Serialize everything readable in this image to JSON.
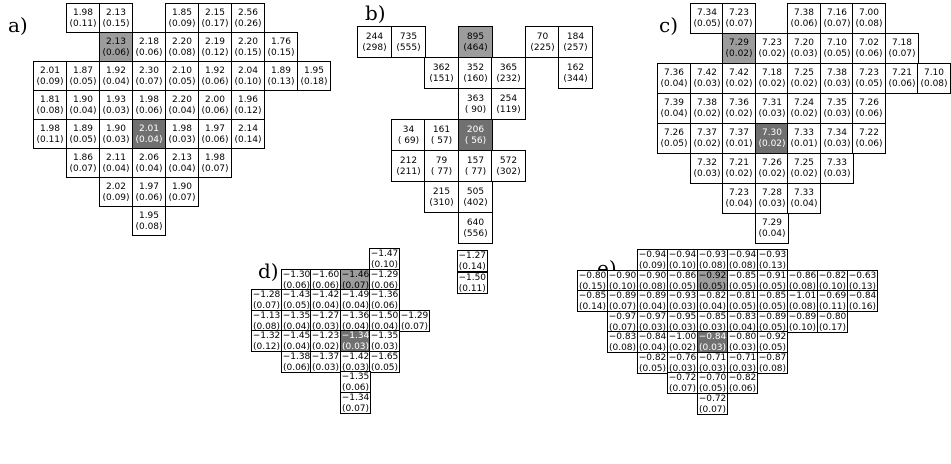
{
  "panels": [
    {
      "id": "a",
      "label": "a)",
      "cells": [
        {
          "r": 0,
          "c": 1,
          "v": "1.98",
          "u": "(0.11)"
        },
        {
          "r": 0,
          "c": 2,
          "v": "2.13",
          "u": "(0.15)"
        },
        {
          "r": 0,
          "c": 4,
          "v": "1.85",
          "u": "(0.09)"
        },
        {
          "r": 0,
          "c": 5,
          "v": "2.15",
          "u": "(0.17)"
        },
        {
          "r": 0,
          "c": 6,
          "v": "2.56",
          "u": "(0.26)"
        },
        {
          "r": 1,
          "c": 2,
          "v": "2.13",
          "u": "(0.06)",
          "hl": "light"
        },
        {
          "r": 1,
          "c": 3,
          "v": "2.18",
          "u": "(0.06)"
        },
        {
          "r": 1,
          "c": 4,
          "v": "2.20",
          "u": "(0.08)"
        },
        {
          "r": 1,
          "c": 5,
          "v": "2.19",
          "u": "(0.12)"
        },
        {
          "r": 1,
          "c": 6,
          "v": "2.20",
          "u": "(0.15)"
        },
        {
          "r": 1,
          "c": 7,
          "v": "1.76",
          "u": "(0.15)"
        },
        {
          "r": 2,
          "c": 0,
          "v": "2.01",
          "u": "(0.09)"
        },
        {
          "r": 2,
          "c": 1,
          "v": "1.87",
          "u": "(0.05)"
        },
        {
          "r": 2,
          "c": 2,
          "v": "1.92",
          "u": "(0.04)"
        },
        {
          "r": 2,
          "c": 3,
          "v": "2.30",
          "u": "(0.07)"
        },
        {
          "r": 2,
          "c": 4,
          "v": "2.10",
          "u": "(0.05)"
        },
        {
          "r": 2,
          "c": 5,
          "v": "1.92",
          "u": "(0.06)"
        },
        {
          "r": 2,
          "c": 6,
          "v": "2.04",
          "u": "(0.10)"
        },
        {
          "r": 2,
          "c": 7,
          "v": "1.89",
          "u": "(0.13)"
        },
        {
          "r": 2,
          "c": 8,
          "v": "1.95",
          "u": "(0.18)"
        },
        {
          "r": 3,
          "c": 0,
          "v": "1.81",
          "u": "(0.08)"
        },
        {
          "r": 3,
          "c": 1,
          "v": "1.90",
          "u": "(0.04)"
        },
        {
          "r": 3,
          "c": 2,
          "v": "1.93",
          "u": "(0.03)"
        },
        {
          "r": 3,
          "c": 3,
          "v": "1.98",
          "u": "(0.06)"
        },
        {
          "r": 3,
          "c": 4,
          "v": "2.20",
          "u": "(0.04)"
        },
        {
          "r": 3,
          "c": 5,
          "v": "2.00",
          "u": "(0.06)"
        },
        {
          "r": 3,
          "c": 6,
          "v": "1.96",
          "u": "(0.12)"
        },
        {
          "r": 4,
          "c": 0,
          "v": "1.98",
          "u": "(0.11)"
        },
        {
          "r": 4,
          "c": 1,
          "v": "1.89",
          "u": "(0.05)"
        },
        {
          "r": 4,
          "c": 2,
          "v": "1.90",
          "u": "(0.03)"
        },
        {
          "r": 4,
          "c": 3,
          "v": "2.01",
          "u": "(0.04)",
          "hl": "dark"
        },
        {
          "r": 4,
          "c": 4,
          "v": "1.98",
          "u": "(0.03)"
        },
        {
          "r": 4,
          "c": 5,
          "v": "1.97",
          "u": "(0.06)"
        },
        {
          "r": 4,
          "c": 6,
          "v": "2.14",
          "u": "(0.14)"
        },
        {
          "r": 5,
          "c": 1,
          "v": "1.86",
          "u": "(0.07)"
        },
        {
          "r": 5,
          "c": 2,
          "v": "2.11",
          "u": "(0.04)"
        },
        {
          "r": 5,
          "c": 3,
          "v": "2.06",
          "u": "(0.04)"
        },
        {
          "r": 5,
          "c": 4,
          "v": "2.13",
          "u": "(0.04)"
        },
        {
          "r": 5,
          "c": 5,
          "v": "1.98",
          "u": "(0.07)"
        },
        {
          "r": 6,
          "c": 2,
          "v": "2.02",
          "u": "(0.09)"
        },
        {
          "r": 6,
          "c": 3,
          "v": "1.97",
          "u": "(0.06)"
        },
        {
          "r": 6,
          "c": 4,
          "v": "1.90",
          "u": "(0.07)"
        },
        {
          "r": 7,
          "c": 3,
          "v": "1.95",
          "u": "(0.08)"
        }
      ]
    },
    {
      "id": "b",
      "label": "b)",
      "cells": [
        {
          "r": 0,
          "c": 0,
          "v": "244",
          "u": "(298)"
        },
        {
          "r": 0,
          "c": 1,
          "v": "735",
          "u": "(555)"
        },
        {
          "r": 0,
          "c": 3,
          "v": "895",
          "u": "(464)",
          "hl": "light"
        },
        {
          "r": 0,
          "c": 5,
          "v": "70",
          "u": "(225)"
        },
        {
          "r": 0,
          "c": 6,
          "v": "184",
          "u": "(257)"
        },
        {
          "r": 1,
          "c": 2,
          "v": "362",
          "u": "(151)"
        },
        {
          "r": 1,
          "c": 3,
          "v": "352",
          "u": "(160)"
        },
        {
          "r": 1,
          "c": 4,
          "v": "365",
          "u": "(232)"
        },
        {
          "r": 1,
          "c": 6,
          "v": "162",
          "u": "(344)"
        },
        {
          "r": 2,
          "c": 3,
          "v": "363",
          "u": "( 90)"
        },
        {
          "r": 2,
          "c": 4,
          "v": "254",
          "u": "(119)"
        },
        {
          "r": 3,
          "c": 1,
          "v": "34",
          "u": "( 69)"
        },
        {
          "r": 3,
          "c": 2,
          "v": "161",
          "u": "( 57)"
        },
        {
          "r": 3,
          "c": 3,
          "v": "206",
          "u": "( 56)",
          "hl": "dark"
        },
        {
          "r": 4,
          "c": 1,
          "v": "212",
          "u": "(211)"
        },
        {
          "r": 4,
          "c": 2,
          "v": "79",
          "u": "( 77)"
        },
        {
          "r": 4,
          "c": 3,
          "v": "157",
          "u": "( 77)"
        },
        {
          "r": 4,
          "c": 4,
          "v": "572",
          "u": "(302)"
        },
        {
          "r": 5,
          "c": 2,
          "v": "215",
          "u": "(310)"
        },
        {
          "r": 5,
          "c": 3,
          "v": "505",
          "u": "(402)"
        },
        {
          "r": 6,
          "c": 3,
          "v": "640",
          "u": "(556)"
        }
      ],
      "orphans": [
        {
          "v": "−1.27",
          "u": "(0.14)"
        },
        {
          "v": "−1.50",
          "u": "(0.11)"
        }
      ]
    },
    {
      "id": "c",
      "label": "c)",
      "cells": [
        {
          "r": 0,
          "c": 1,
          "v": "7.34",
          "u": "(0.05)"
        },
        {
          "r": 0,
          "c": 2,
          "v": "7.23",
          "u": "(0.07)"
        },
        {
          "r": 0,
          "c": 4,
          "v": "7.38",
          "u": "(0.06)"
        },
        {
          "r": 0,
          "c": 5,
          "v": "7.16",
          "u": "(0.07)"
        },
        {
          "r": 0,
          "c": 6,
          "v": "7.00",
          "u": "(0.08)"
        },
        {
          "r": 1,
          "c": 2,
          "v": "7.29",
          "u": "(0.02)",
          "hl": "light"
        },
        {
          "r": 1,
          "c": 3,
          "v": "7.23",
          "u": "(0.02)"
        },
        {
          "r": 1,
          "c": 4,
          "v": "7.20",
          "u": "(0.03)"
        },
        {
          "r": 1,
          "c": 5,
          "v": "7.10",
          "u": "(0.05)"
        },
        {
          "r": 1,
          "c": 6,
          "v": "7.02",
          "u": "(0.06)"
        },
        {
          "r": 1,
          "c": 7,
          "v": "7.18",
          "u": "(0.07)"
        },
        {
          "r": 2,
          "c": 0,
          "v": "7.36",
          "u": "(0.04)"
        },
        {
          "r": 2,
          "c": 1,
          "v": "7.42",
          "u": "(0.03)"
        },
        {
          "r": 2,
          "c": 2,
          "v": "7.42",
          "u": "(0.02)"
        },
        {
          "r": 2,
          "c": 3,
          "v": "7.18",
          "u": "(0.02)"
        },
        {
          "r": 2,
          "c": 4,
          "v": "7.25",
          "u": "(0.02)"
        },
        {
          "r": 2,
          "c": 5,
          "v": "7.38",
          "u": "(0.03)"
        },
        {
          "r": 2,
          "c": 6,
          "v": "7.23",
          "u": "(0.05)"
        },
        {
          "r": 2,
          "c": 7,
          "v": "7.21",
          "u": "(0.06)"
        },
        {
          "r": 2,
          "c": 8,
          "v": "7.10",
          "u": "(0.08)"
        },
        {
          "r": 3,
          "c": 0,
          "v": "7.39",
          "u": "(0.04)"
        },
        {
          "r": 3,
          "c": 1,
          "v": "7.38",
          "u": "(0.02)"
        },
        {
          "r": 3,
          "c": 2,
          "v": "7.36",
          "u": "(0.02)"
        },
        {
          "r": 3,
          "c": 3,
          "v": "7.31",
          "u": "(0.03)"
        },
        {
          "r": 3,
          "c": 4,
          "v": "7.24",
          "u": "(0.02)"
        },
        {
          "r": 3,
          "c": 5,
          "v": "7.35",
          "u": "(0.03)"
        },
        {
          "r": 3,
          "c": 6,
          "v": "7.26",
          "u": "(0.06)"
        },
        {
          "r": 4,
          "c": 0,
          "v": "7.26",
          "u": "(0.05)"
        },
        {
          "r": 4,
          "c": 1,
          "v": "7.37",
          "u": "(0.02)"
        },
        {
          "r": 4,
          "c": 2,
          "v": "7.37",
          "u": "(0.01)"
        },
        {
          "r": 4,
          "c": 3,
          "v": "7.30",
          "u": "(0.02)",
          "hl": "dark"
        },
        {
          "r": 4,
          "c": 4,
          "v": "7.33",
          "u": "(0.01)"
        },
        {
          "r": 4,
          "c": 5,
          "v": "7.34",
          "u": "(0.03)"
        },
        {
          "r": 4,
          "c": 6,
          "v": "7.22",
          "u": "(0.06)"
        },
        {
          "r": 5,
          "c": 1,
          "v": "7.32",
          "u": "(0.03)"
        },
        {
          "r": 5,
          "c": 2,
          "v": "7.21",
          "u": "(0.02)"
        },
        {
          "r": 5,
          "c": 3,
          "v": "7.26",
          "u": "(0.02)"
        },
        {
          "r": 5,
          "c": 4,
          "v": "7.25",
          "u": "(0.02)"
        },
        {
          "r": 5,
          "c": 5,
          "v": "7.33",
          "u": "(0.03)"
        },
        {
          "r": 6,
          "c": 2,
          "v": "7.23",
          "u": "(0.04)"
        },
        {
          "r": 6,
          "c": 3,
          "v": "7.28",
          "u": "(0.03)"
        },
        {
          "r": 6,
          "c": 4,
          "v": "7.33",
          "u": "(0.04)"
        },
        {
          "r": 7,
          "c": 3,
          "v": "7.29",
          "u": "(0.04)"
        }
      ]
    },
    {
      "id": "d",
      "label": "d)",
      "cells": [
        {
          "r": 0,
          "c": 4,
          "v": "−1.47",
          "u": "(0.10)"
        },
        {
          "r": 1,
          "c": 1,
          "v": "−1.30",
          "u": "(0.06)"
        },
        {
          "r": 1,
          "c": 2,
          "v": "−1.60",
          "u": "(0.06)"
        },
        {
          "r": 1,
          "c": 3,
          "v": "−1.46",
          "u": "(0.07)",
          "hl": "light"
        },
        {
          "r": 1,
          "c": 4,
          "v": "−1.29",
          "u": "(0.06)"
        },
        {
          "r": 2,
          "c": 0,
          "v": "−1.28",
          "u": "(0.07)"
        },
        {
          "r": 2,
          "c": 1,
          "v": "−1.43",
          "u": "(0.05)"
        },
        {
          "r": 2,
          "c": 2,
          "v": "−1.42",
          "u": "(0.04)"
        },
        {
          "r": 2,
          "c": 3,
          "v": "−1.49",
          "u": "(0.04)"
        },
        {
          "r": 2,
          "c": 4,
          "v": "−1.36",
          "u": "(0.06)"
        },
        {
          "r": 3,
          "c": 0,
          "v": "−1.13",
          "u": "(0.08)"
        },
        {
          "r": 3,
          "c": 1,
          "v": "−1.35",
          "u": "(0.04)"
        },
        {
          "r": 3,
          "c": 2,
          "v": "−1.27",
          "u": "(0.03)"
        },
        {
          "r": 3,
          "c": 3,
          "v": "−1.36",
          "u": "(0.04)"
        },
        {
          "r": 3,
          "c": 4,
          "v": "−1.50",
          "u": "(0.04)"
        },
        {
          "r": 3,
          "c": 5,
          "v": "−1.29",
          "u": "(0.07)"
        },
        {
          "r": 4,
          "c": 0,
          "v": "−1.32",
          "u": "(0.12)"
        },
        {
          "r": 4,
          "c": 1,
          "v": "−1.45",
          "u": "(0.04)"
        },
        {
          "r": 4,
          "c": 2,
          "v": "−1.23",
          "u": "(0.02)"
        },
        {
          "r": 4,
          "c": 3,
          "v": "−1.34",
          "u": "(0.03)",
          "hl": "dark"
        },
        {
          "r": 4,
          "c": 4,
          "v": "−1.35",
          "u": "(0.03)"
        },
        {
          "r": 5,
          "c": 1,
          "v": "−1.38",
          "u": "(0.06)"
        },
        {
          "r": 5,
          "c": 2,
          "v": "−1.37",
          "u": "(0.03)"
        },
        {
          "r": 5,
          "c": 3,
          "v": "−1.42",
          "u": "(0.03)"
        },
        {
          "r": 5,
          "c": 4,
          "v": "−1.65",
          "u": "(0.05)"
        },
        {
          "r": 6,
          "c": 3,
          "v": "−1.35",
          "u": "(0.06)"
        },
        {
          "r": 7,
          "c": 3,
          "v": "−1.34",
          "u": "(0.07)"
        }
      ]
    },
    {
      "id": "e",
      "label": "e)",
      "cells": [
        {
          "r": 0,
          "c": 2,
          "v": "−0.94",
          "u": "(0.09)"
        },
        {
          "r": 0,
          "c": 3,
          "v": "−0.94",
          "u": "(0.10)"
        },
        {
          "r": 0,
          "c": 4,
          "v": "−0.93",
          "u": "(0.08)"
        },
        {
          "r": 0,
          "c": 5,
          "v": "−0.94",
          "u": "(0.08)"
        },
        {
          "r": 0,
          "c": 6,
          "v": "−0.93",
          "u": "(0.13)"
        },
        {
          "r": 1,
          "c": 0,
          "v": "−0.80",
          "u": "(0.15)"
        },
        {
          "r": 1,
          "c": 1,
          "v": "−0.90",
          "u": "(0.10)"
        },
        {
          "r": 1,
          "c": 2,
          "v": "−0.90",
          "u": "(0.08)"
        },
        {
          "r": 1,
          "c": 3,
          "v": "−0.86",
          "u": "(0.05)"
        },
        {
          "r": 1,
          "c": 4,
          "v": "−0.92",
          "u": "(0.05)",
          "hl": "light"
        },
        {
          "r": 1,
          "c": 5,
          "v": "−0.85",
          "u": "(0.05)"
        },
        {
          "r": 1,
          "c": 6,
          "v": "−0.91",
          "u": "(0.05)"
        },
        {
          "r": 1,
          "c": 7,
          "v": "−0.86",
          "u": "(0.08)"
        },
        {
          "r": 1,
          "c": 8,
          "v": "−0.82",
          "u": "(0.10)"
        },
        {
          "r": 1,
          "c": 9,
          "v": "−0.63",
          "u": "(0.13)"
        },
        {
          "r": 2,
          "c": 0,
          "v": "−0.85",
          "u": "(0.14)"
        },
        {
          "r": 2,
          "c": 1,
          "v": "−0.89",
          "u": "(0.07)"
        },
        {
          "r": 2,
          "c": 2,
          "v": "−0.89",
          "u": "(0.04)"
        },
        {
          "r": 2,
          "c": 3,
          "v": "−0.93",
          "u": "(0.03)"
        },
        {
          "r": 2,
          "c": 4,
          "v": "−0.82",
          "u": "(0.04)"
        },
        {
          "r": 2,
          "c": 5,
          "v": "−0.81",
          "u": "(0.05)"
        },
        {
          "r": 2,
          "c": 6,
          "v": "−0.85",
          "u": "(0.05)"
        },
        {
          "r": 2,
          "c": 7,
          "v": "−1.01",
          "u": "(0.08)"
        },
        {
          "r": 2,
          "c": 8,
          "v": "−0.69",
          "u": "(0.11)"
        },
        {
          "r": 2,
          "c": 9,
          "v": "−0.84",
          "u": "(0.16)"
        },
        {
          "r": 3,
          "c": 1,
          "v": "−0.97",
          "u": "(0.07)"
        },
        {
          "r": 3,
          "c": 2,
          "v": "−0.97",
          "u": "(0.03)"
        },
        {
          "r": 3,
          "c": 3,
          "v": "−0.95",
          "u": "(0.03)"
        },
        {
          "r": 3,
          "c": 4,
          "v": "−0.85",
          "u": "(0.03)"
        },
        {
          "r": 3,
          "c": 5,
          "v": "−0.83",
          "u": "(0.04)"
        },
        {
          "r": 3,
          "c": 6,
          "v": "−0.89",
          "u": "(0.05)"
        },
        {
          "r": 3,
          "c": 7,
          "v": "−0.89",
          "u": "(0.10)"
        },
        {
          "r": 3,
          "c": 8,
          "v": "−0.80",
          "u": "(0.17)"
        },
        {
          "r": 4,
          "c": 1,
          "v": "−0.83",
          "u": "(0.08)"
        },
        {
          "r": 4,
          "c": 2,
          "v": "−0.84",
          "u": "(0.04)"
        },
        {
          "r": 4,
          "c": 3,
          "v": "−1.00",
          "u": "(0.02)"
        },
        {
          "r": 4,
          "c": 4,
          "v": "−0.84",
          "u": "(0.03)",
          "hl": "dark"
        },
        {
          "r": 4,
          "c": 5,
          "v": "−0.80",
          "u": "(0.03)"
        },
        {
          "r": 4,
          "c": 6,
          "v": "−0.92",
          "u": "(0.05)"
        },
        {
          "r": 5,
          "c": 2,
          "v": "−0.82",
          "u": "(0.05)"
        },
        {
          "r": 5,
          "c": 3,
          "v": "−0.76",
          "u": "(0.03)"
        },
        {
          "r": 5,
          "c": 4,
          "v": "−0.71",
          "u": "(0.03)"
        },
        {
          "r": 5,
          "c": 5,
          "v": "−0.71",
          "u": "(0.03)"
        },
        {
          "r": 5,
          "c": 6,
          "v": "−0.87",
          "u": "(0.08)"
        },
        {
          "r": 6,
          "c": 3,
          "v": "−0.72",
          "u": "(0.07)"
        },
        {
          "r": 6,
          "c": 4,
          "v": "−0.70",
          "u": "(0.05)"
        },
        {
          "r": 6,
          "c": 5,
          "v": "−0.82",
          "u": "(0.06)"
        },
        {
          "r": 7,
          "c": 4,
          "v": "−0.72",
          "u": "(0.07)"
        }
      ]
    }
  ]
}
